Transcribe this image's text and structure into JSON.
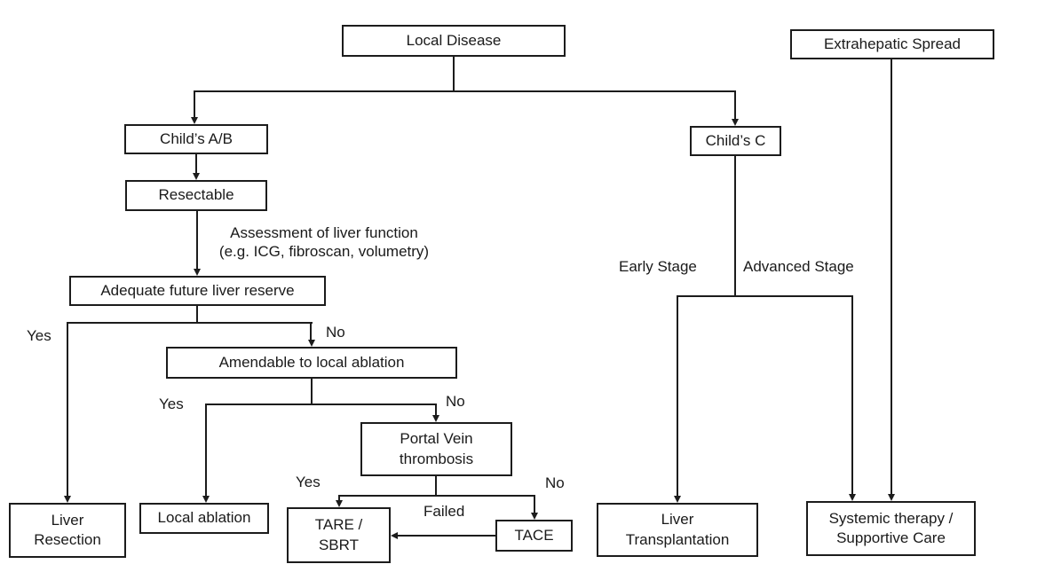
{
  "diagram": {
    "title_semantic": "HCC treatment decision flowchart",
    "colors": {
      "line": "#1c1c1c",
      "background": "#ffffff",
      "text": "#1a1a1a"
    },
    "nodes": {
      "local_disease": {
        "label": "Local Disease"
      },
      "extrahepatic_spread": {
        "label": "Extrahepatic Spread"
      },
      "childs_ab": {
        "label": "Child’s A/B"
      },
      "resectable": {
        "label": "Resectable"
      },
      "adequate_reserve": {
        "label": "Adequate future liver reserve"
      },
      "amendable_ablation": {
        "label": "Amendable to local ablation"
      },
      "portal_vein_thrombosis": {
        "l1": "Portal Vein",
        "l2": "thrombosis"
      },
      "liver_resection": {
        "l1": "Liver",
        "l2": "Resection"
      },
      "local_ablation": {
        "label": "Local ablation"
      },
      "tare_sbrt": {
        "l1": "TARE /",
        "l2": "SBRT"
      },
      "tace": {
        "label": "TACE"
      },
      "childs_c": {
        "label": "Child’s C"
      },
      "liver_transplantation": {
        "l1": "Liver",
        "l2": "Transplantation"
      },
      "systemic_therapy": {
        "l1": "Systemic therapy /",
        "l2": "Supportive Care"
      }
    },
    "edge_labels": {
      "assessment_l1": "Assessment of liver function",
      "assessment_l2": "(e.g. ICG, fibroscan, volumetry)",
      "yes_reserve": "Yes",
      "no_reserve": "No",
      "yes_ablation": "Yes",
      "no_ablation": "No",
      "yes_pvt": "Yes",
      "no_pvt": "No",
      "failed": "Failed",
      "early_stage": "Early Stage",
      "advanced_stage": "Advanced Stage"
    }
  }
}
